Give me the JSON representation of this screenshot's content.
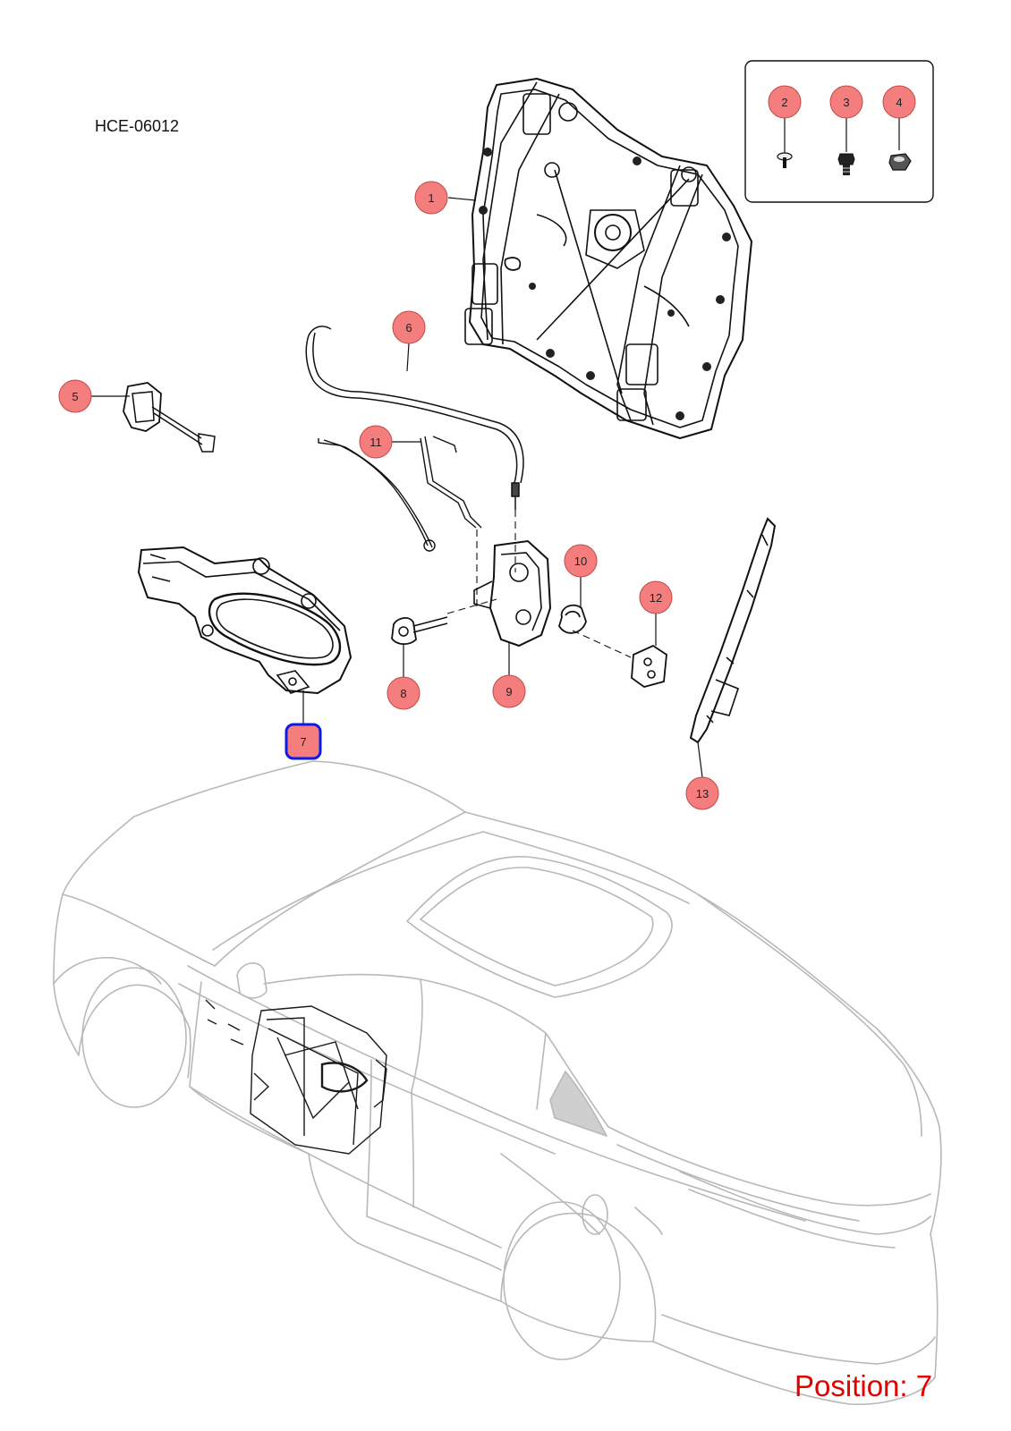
{
  "diagram_code": "HCE-06012",
  "position_text": "Position: 7",
  "selected_position": "7",
  "colors": {
    "callout_fill": "#f47e7e",
    "callout_border": "#c44848",
    "selected_border": "#0a1be8",
    "position_text": "#e00000",
    "car_outline": "#b8b8b8",
    "part_line": "#111111"
  },
  "callouts": [
    {
      "label": "1"
    },
    {
      "label": "2"
    },
    {
      "label": "3"
    },
    {
      "label": "4"
    },
    {
      "label": "5"
    },
    {
      "label": "6"
    },
    {
      "label": "7"
    },
    {
      "label": "8"
    },
    {
      "label": "9"
    },
    {
      "label": "10"
    },
    {
      "label": "11"
    },
    {
      "label": "12"
    },
    {
      "label": "13"
    }
  ]
}
